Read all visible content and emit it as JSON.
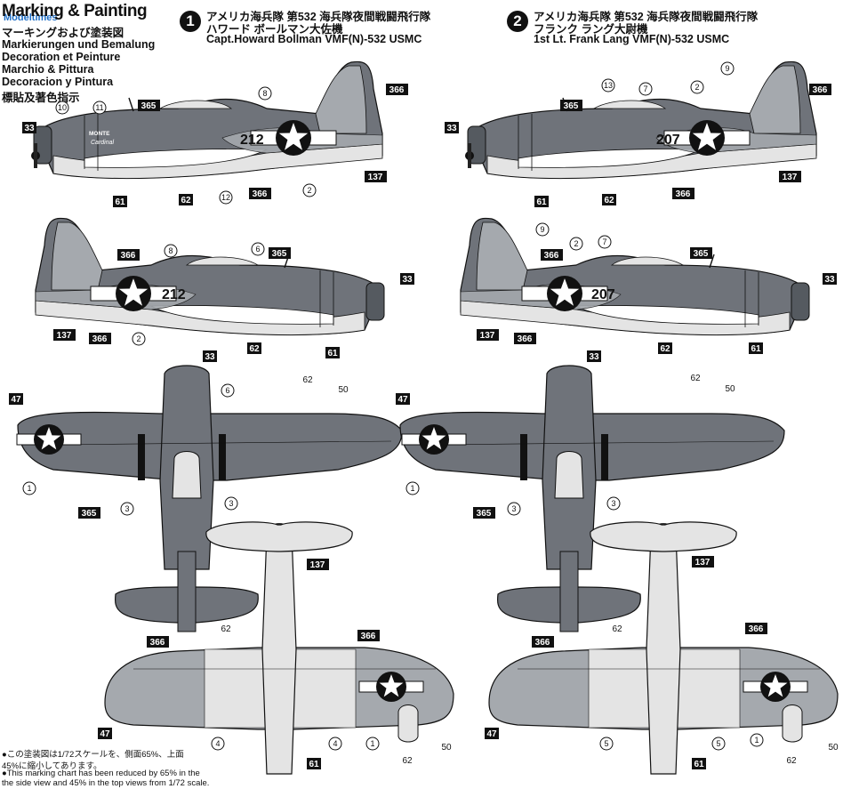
{
  "header": {
    "title": "Marking & Painting",
    "languages": [
      "マーキングおよび塗装図",
      "Markierungen und Bemalung",
      "Decoration et Peinture",
      "Marchio & Pittura",
      "Decoracion y Pintura",
      "標貼及著色指示"
    ],
    "watermark": "Modeltimes"
  },
  "options": [
    {
      "number": "1",
      "line1": "アメリカ海兵隊 第532 海兵隊夜間戦闘飛行隊",
      "line2": "ハワード ボールマン大佐機",
      "line3": "Capt.Howard Bollman VMF(N)-532  USMC",
      "code": "212"
    },
    {
      "number": "2",
      "line1": "アメリカ海兵隊 第532 海兵隊夜間戦闘飛行隊",
      "line2": "フランク ラング大尉機",
      "line3": "1st Lt. Frank Lang VMF(N)-532  USMC",
      "code": "207"
    }
  ],
  "paint_codes": {
    "c33": "33",
    "c47": "47",
    "c50": "50",
    "c61": "61",
    "c62": "62",
    "c137": "137",
    "c365": "365",
    "c366": "366"
  },
  "decal_numbers": {
    "d1": "1",
    "d2": "2",
    "d3": "3",
    "d4": "4",
    "d5": "5",
    "d6": "6",
    "d7": "7",
    "d8": "8",
    "d9": "9",
    "d10": "10",
    "d11": "11",
    "d12": "12",
    "d13": "13"
  },
  "nose_art": {
    "line1": "MONTE",
    "line2": "Cardinal"
  },
  "notes": {
    "jp1": "●この塗装図は1/72スケールを、側面65%、上面",
    "jp2": "45%に縮小してあります。",
    "en1": "●This marking chart has been reduced by 65% in the",
    "en2": "the side view and 45% in the top views from 1/72 scale."
  },
  "colors": {
    "dark": "#6f737a",
    "mid": "#a5a9ae",
    "light": "#e4e4e4",
    "ink": "#111111"
  }
}
